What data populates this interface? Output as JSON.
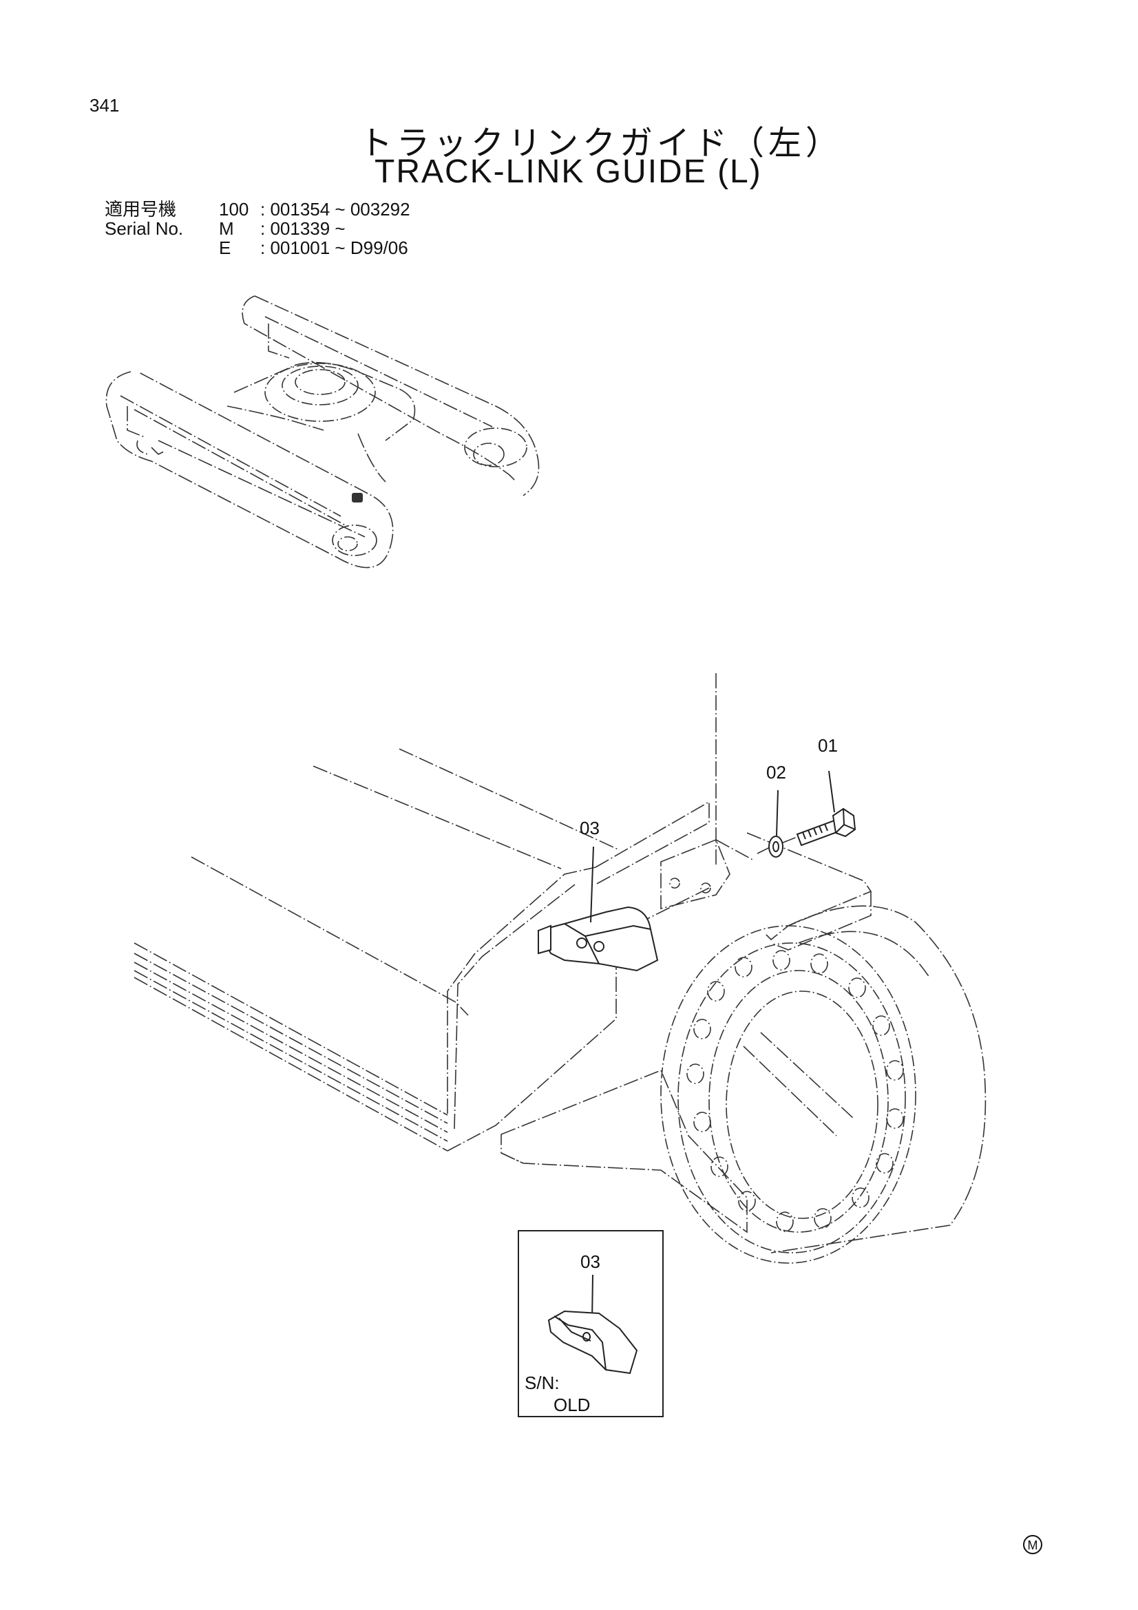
{
  "page": {
    "number": "341",
    "title_jp": "トラックリンクガイド（左）",
    "title_en": "TRACK-LINK GUIDE (L)"
  },
  "serial": {
    "label_jp": "適用号機",
    "label_en": "Serial No.",
    "rows": [
      {
        "model": "100",
        "range": ": 001354 ~ 003292"
      },
      {
        "model": "M",
        "range": ": 001339 ~"
      },
      {
        "model": "E",
        "range": ": 001001 ~ D99/06"
      }
    ]
  },
  "callouts": {
    "c01": "01",
    "c02": "02",
    "c03": "03",
    "inset_03": "03"
  },
  "inset": {
    "sn_label": "S/N:",
    "sn_value": "OLD"
  },
  "footer": {
    "mark": "M"
  }
}
